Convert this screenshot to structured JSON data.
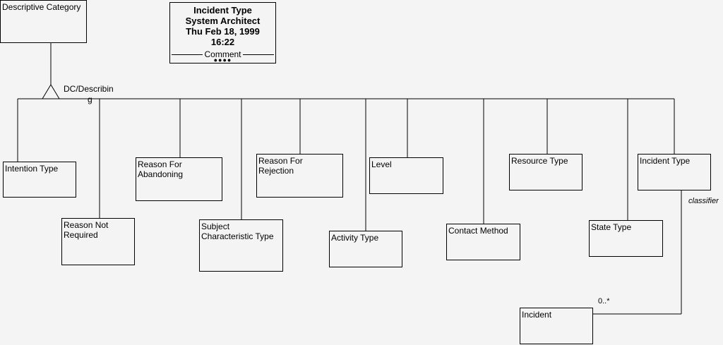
{
  "title_block": {
    "line1": "Incident Type",
    "line2": "System Architect",
    "line3": "Thu Feb 18, 1999",
    "line4": "16:22",
    "comment": "Comment",
    "dots": "●●●●"
  },
  "entities": {
    "descriptive_category": "Descriptive Category",
    "intention_type": "Intention Type",
    "reason_not_required": "Reason Not\nRequired",
    "reason_for_abandoning": "Reason For\nAbandoning",
    "subject_characteristic_type": "Subject\nCharacteristic Type",
    "reason_for_rejection": "Reason For\nRejection",
    "activity_type": "Activity Type",
    "level": "Level",
    "contact_method": "Contact Method",
    "resource_type": "Resource Type",
    "state_type": "State Type",
    "incident_type": "Incident Type",
    "incident": "Incident"
  },
  "relationships": {
    "dc_describing_line1": "DC/Describin",
    "dc_describing_line2": "g",
    "classifier": "classifier",
    "multiplicity": "0..*"
  }
}
